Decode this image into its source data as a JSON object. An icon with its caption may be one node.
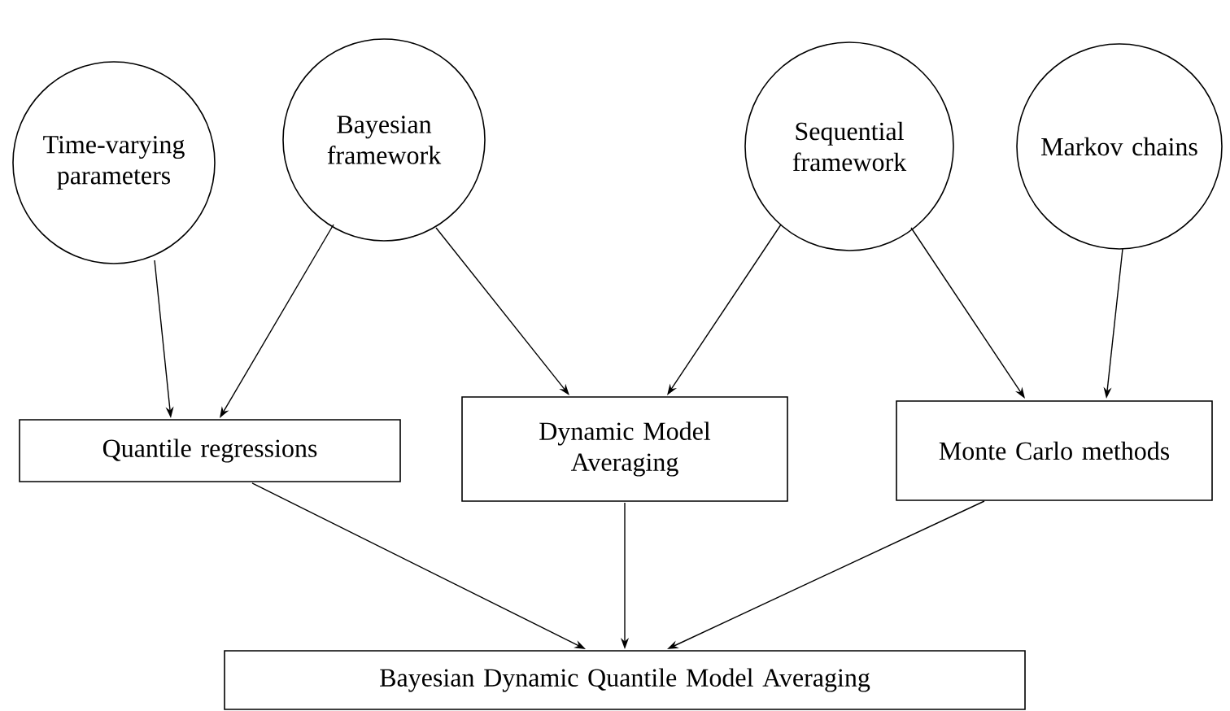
{
  "diagram": {
    "nodes": [
      {
        "text": [
          "Time-varying parameters"
        ]
      },
      {
        "text": [
          "Bayesian framework"
        ]
      },
      {
        "text": [
          "Sequential framework"
        ]
      },
      {
        "text": [
          "Markov chains"
        ]
      },
      {
        "text": [
          "Quantile regressions"
        ]
      },
      {
        "text": [
          "Dynamic Model Averaging"
        ]
      },
      {
        "text": [
          "Monte Carlo methods"
        ]
      },
      {
        "text": [
          "Bayesian Dynamic Quantile Model Averaging"
        ]
      }
    ],
    "edges": [
      {
        "from": 0,
        "to": 4,
        "arrow": "to"
      },
      {
        "from": 1,
        "to": 4,
        "arrow": "to"
      },
      {
        "from": 1,
        "to": 5,
        "arrow": "to"
      },
      {
        "from": 2,
        "to": 5,
        "arrow": "to"
      },
      {
        "from": 2,
        "to": 6,
        "arrow": "to"
      },
      {
        "from": 3,
        "to": 6,
        "arrow": "to"
      },
      {
        "from": 4,
        "to": 7,
        "arrow": "to"
      },
      {
        "from": 5,
        "to": 7,
        "arrow": "to"
      },
      {
        "from": 6,
        "to": 7,
        "arrow": "to"
      }
    ]
  }
}
